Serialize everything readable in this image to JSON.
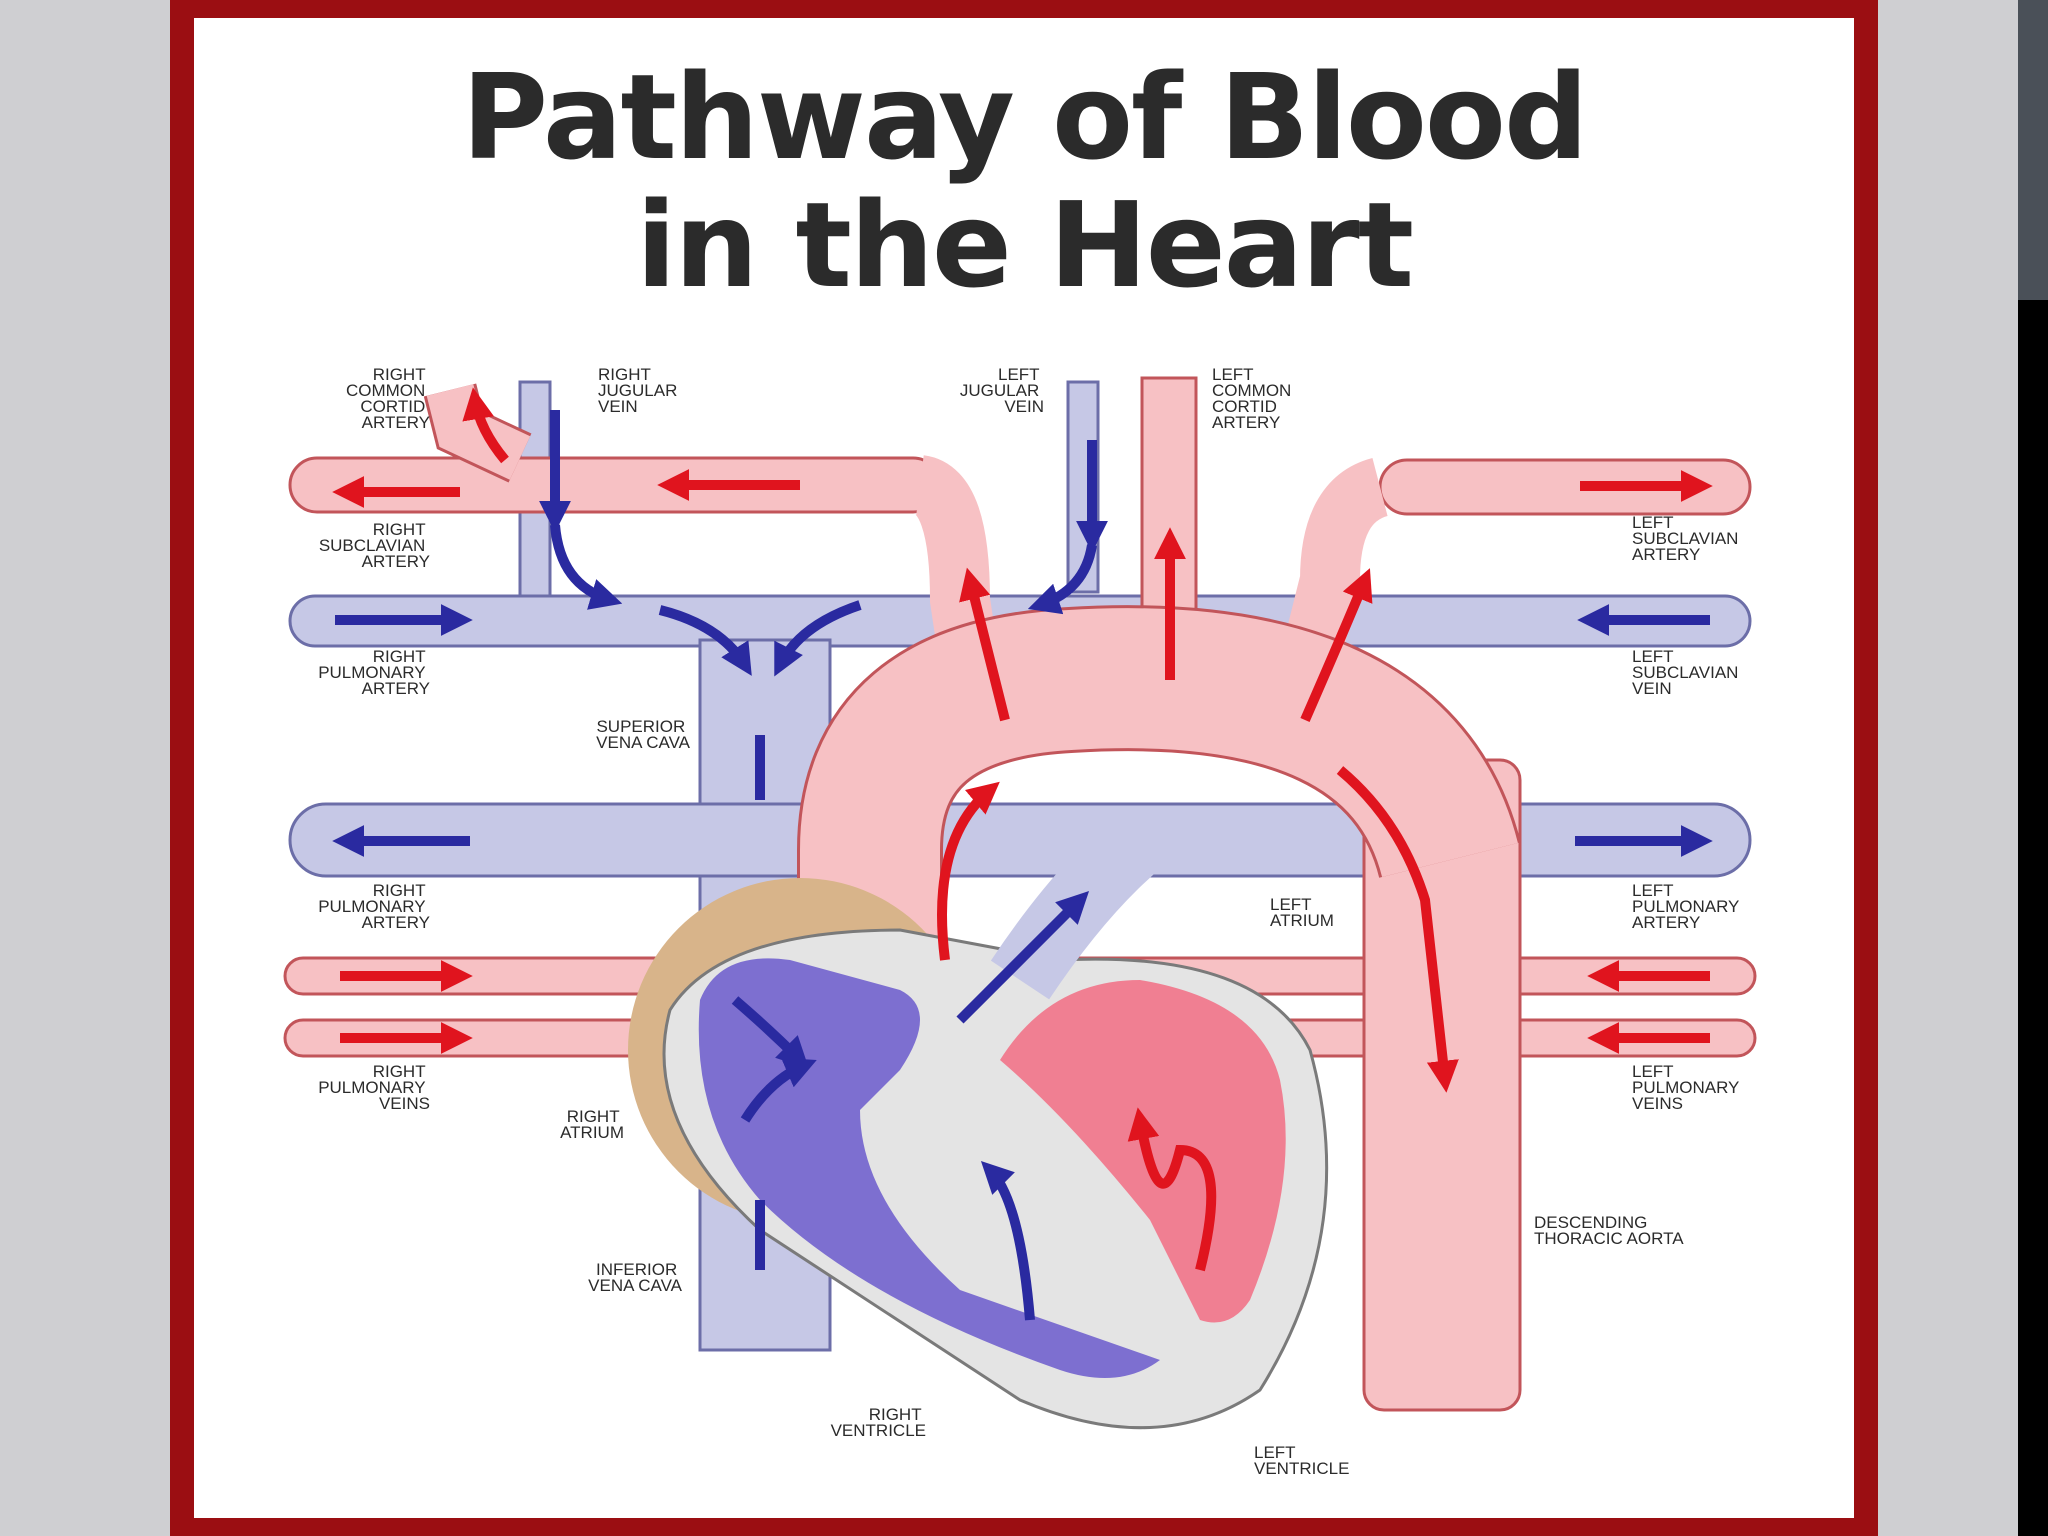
{
  "title": {
    "line1": "Pathway of Blood",
    "line2": "in the Heart"
  },
  "colors": {
    "frame": "#9b0e12",
    "oxygenated_fill": "#f7c1c4",
    "oxygenated_arrow": "#e0141e",
    "deoxygenated_fill": "#c6c8e6",
    "deoxygenated_arrow": "#2a2aa0",
    "heart_wall": "#e4e4e4",
    "pericardium": "#d8b48a"
  },
  "labels": {
    "right_common_cortid_artery": [
      "RIGHT",
      "COMMON",
      "CORTID",
      "ARTERY"
    ],
    "right_jugular_vein": [
      "RIGHT",
      "JUGULAR",
      "VEIN"
    ],
    "left_jugular_vein": [
      "LEFT",
      "JUGULAR",
      "VEIN"
    ],
    "left_common_cortid_artery": [
      "LEFT",
      "COMMON",
      "CORTID",
      "ARTERY"
    ],
    "right_subclavian_artery": [
      "RIGHT",
      "SUBCLAVIAN",
      "ARTERY"
    ],
    "left_subclavian_artery": [
      "LEFT",
      "SUBCLAVIAN",
      "ARTERY"
    ],
    "right_pulmonary_artery_top": [
      "RIGHT",
      "PULMONARY",
      "ARTERY"
    ],
    "left_subclavian_vein": [
      "LEFT",
      "SUBCLAVIAN",
      "VEIN"
    ],
    "superior_vena_cava": [
      "SUPERIOR",
      "VENA CAVA"
    ],
    "right_pulmonary_artery": [
      "RIGHT",
      "PULMONARY",
      "ARTERY"
    ],
    "left_atrium": [
      "LEFT",
      "ATRIUM"
    ],
    "left_pulmonary_artery": [
      "LEFT",
      "PULMONARY",
      "ARTERY"
    ],
    "right_pulmonary_veins": [
      "RIGHT",
      "PULMONARY",
      "VEINS"
    ],
    "left_pulmonary_veins": [
      "LEFT",
      "PULMONARY",
      "VEINS"
    ],
    "right_atrium": [
      "RIGHT",
      "ATRIUM"
    ],
    "descending_thoracic_aorta": [
      "DESCENDING",
      "THORACIC AORTA"
    ],
    "inferior_vena_cava": [
      "INFERIOR",
      "VENA CAVA"
    ],
    "right_ventricle": [
      "RIGHT",
      "VENTRICLE"
    ],
    "left_ventricle": [
      "LEFT",
      "VENTRICLE"
    ]
  }
}
